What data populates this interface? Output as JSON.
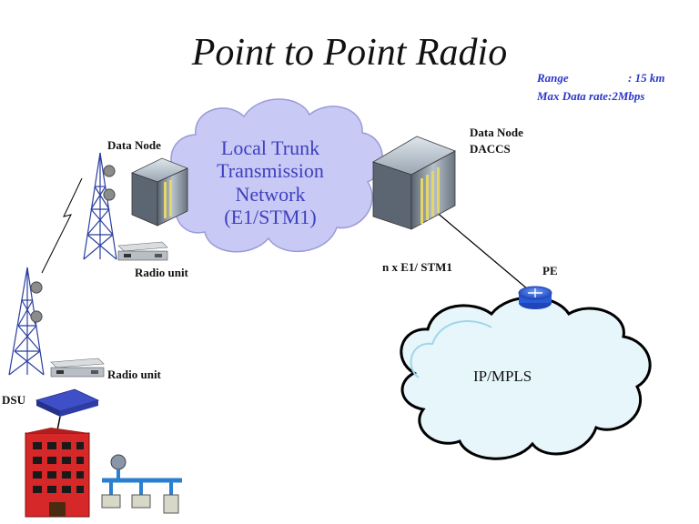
{
  "title": "Point to Point Radio",
  "specs": {
    "range_label": "Range",
    "range_value": ": 15 km",
    "max_data_rate": "Max Data rate:2Mbps"
  },
  "labels": {
    "data_node_left": "Data Node",
    "data_node_right_line1": "Data Node",
    "data_node_right_line2": "DACCS",
    "radio_unit_top": "Radio unit",
    "radio_unit_bottom": "Radio unit",
    "dsu": "DSU",
    "link": "n x E1/ STM1",
    "pe": "PE"
  },
  "clouds": {
    "trunk_lines": [
      "Local Trunk",
      "Transmission",
      "Network",
      "(E1/STM1)"
    ],
    "ip_mpls": "IP/MPLS"
  },
  "colors": {
    "title": "#111111",
    "specs": "#2a36c8",
    "trunk_cloud_fill": "#c9c9f5",
    "trunk_cloud_text": "#3c3fc0",
    "mpls_cloud_stroke": "#000000",
    "mpls_cloud_fill": "#e6f6fb",
    "router": "#2a5bd6",
    "building": "#d62828"
  }
}
